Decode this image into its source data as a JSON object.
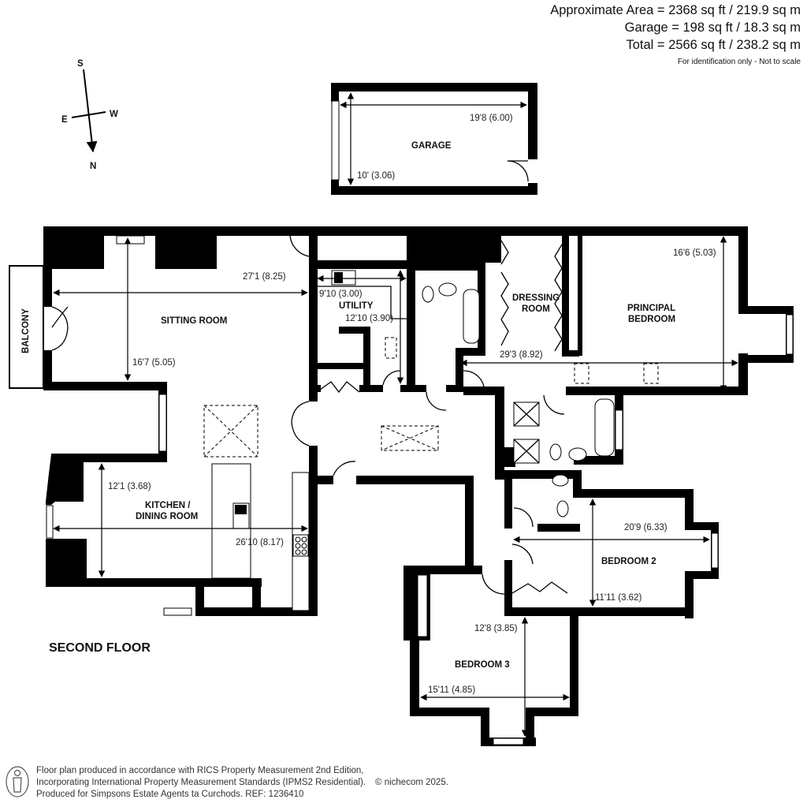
{
  "summary": {
    "approximate_area": "Approximate Area = 2368 sq ft / 219.9 sq m",
    "garage": "Garage = 198 sq ft / 18.3 sq m",
    "total": "Total = 2566 sq ft / 238.2 sq m",
    "note": "For identification only - Not to scale"
  },
  "compass": {
    "s": "S",
    "e": "E",
    "w": "W",
    "n": "N"
  },
  "floor_title": "SECOND FLOOR",
  "rooms": {
    "garage": {
      "label": "GARAGE",
      "dim_w": "19'8 (6.00)",
      "dim_h": "10' (3.06)"
    },
    "balcony": {
      "label": "BALCONY"
    },
    "sitting_room": {
      "label": "SITTING ROOM",
      "dim_w": "27'1 (8.25)",
      "dim_h": "16'7 (5.05)"
    },
    "utility": {
      "label": "UTILITY",
      "dim_w": "9'10 (3.00)",
      "dim_h": "12'10 (3.90)"
    },
    "dressing_room": {
      "label_line1": "DRESSING",
      "label_line2": "ROOM"
    },
    "principal_bedroom": {
      "label_line1": "PRINCIPAL",
      "label_line2": "BEDROOM",
      "dim_w": "29'3 (8.92)",
      "dim_h": "16'6 (5.03)"
    },
    "kitchen": {
      "label_line1": "KITCHEN /",
      "label_line2": "DINING ROOM",
      "dim_w": "26'10 (8.17)",
      "dim_h": "12'1 (3.68)"
    },
    "bedroom2": {
      "label": "BEDROOM 2",
      "dim_w": "20'9 (6.33)",
      "dim_h": "11'11 (3.62)"
    },
    "bedroom3": {
      "label": "BEDROOM 3",
      "dim_w": "15'11 (4.85)",
      "dim_h": "12'8 (3.85)"
    }
  },
  "footer": {
    "line1": "Floor plan produced in accordance with RICS Property Measurement 2nd Edition,",
    "line2": "Incorporating International Property Measurement Standards (IPMS2 Residential).",
    "copyright": "© nichecom 2025.",
    "line3": "Produced for Simpsons Estate Agents ta Curchods.   REF: 1236410"
  }
}
